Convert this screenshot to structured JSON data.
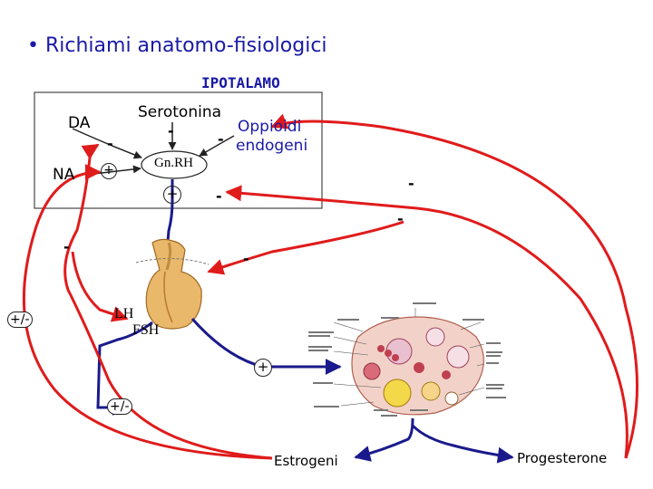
{
  "slide": {
    "bullet": "•",
    "title": "Richiami anatomo-fisiologici",
    "header": "IPOTALAMO"
  },
  "labels": {
    "serotonina": "Serotonina",
    "oppioidi_line1": "Oppioidi",
    "oppioidi_line2": "endogeni",
    "da": "DA",
    "na": "NA",
    "gnrh": "Gn.RH",
    "lh": "LH",
    "fsh": "FSH",
    "estrogeni": "Estrogeni",
    "progesterone": "Progesterone"
  },
  "signs": {
    "minus": "-",
    "plus": "+",
    "plusminus": "+/-"
  },
  "colors": {
    "red_arrow": "#e01b1b",
    "blue_arrow": "#1a1a8c",
    "text_blue": "#1a1aa6",
    "gland": "#e9b86a",
    "ovary_fill": "#f2d2c8"
  }
}
